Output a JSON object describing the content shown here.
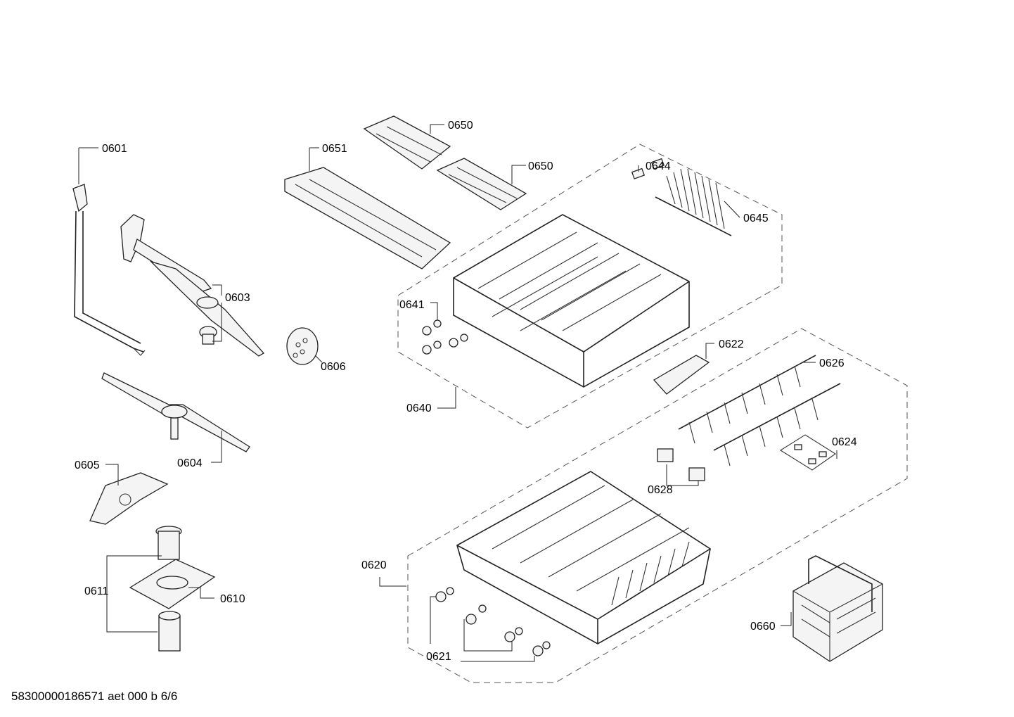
{
  "labels": {
    "p0601": "0601",
    "p0603": "0603",
    "p0604": "0604",
    "p0605": "0605",
    "p0606": "0606",
    "p0610": "0610",
    "p0611": "0611",
    "p0620": "0620",
    "p0621": "0621",
    "p0622": "0622",
    "p0624": "0624",
    "p0626": "0626",
    "p0628": "0628",
    "p0640": "0640",
    "p0641": "0641",
    "p0644": "0644",
    "p0645": "0645",
    "p0650a": "0650",
    "p0650b": "0650",
    "p0651": "0651",
    "p0660": "0660"
  },
  "footer": "58300000186571 aet 000 b 6/6"
}
